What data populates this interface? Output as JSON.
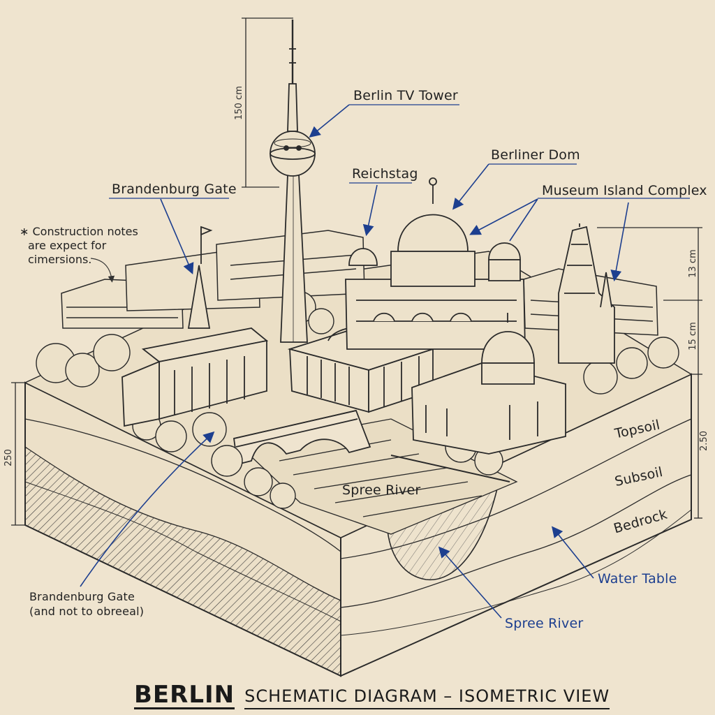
{
  "title": {
    "main": "BERLIN",
    "sub": "SCHEMATIC DIAGRAM – ISOMETRIC VIEW"
  },
  "labels": {
    "tv_tower": "Berlin TV Tower",
    "berliner_dom": "Berliner Dom",
    "reichstag": "Reichstag",
    "brandenburg_gate_top": "Brandenburg Gate",
    "museum_island": "Museum Island Complex",
    "spree_river_surface": "Spree River",
    "spree_river_section": "Spree River",
    "topsoil": "Topsoil",
    "subsoil": "Subsoil",
    "bedrock": "Bedrock",
    "water_table": "Water Table",
    "brandenburg_gate_bottom_line1": "Brandenburg Gate",
    "brandenburg_gate_bottom_line2": "(and not to obreeal)"
  },
  "notes": {
    "line1": "∗ Construction notes",
    "line2": "are expect for",
    "line3": "cimersions."
  },
  "dimensions": {
    "tower_height": "150 cm",
    "right_upper": "13 cm",
    "right_middle": "15 cm",
    "right_lower": "2.50",
    "left": "250"
  },
  "colors": {
    "paper": "#efe4cf",
    "ink": "#2a2a2a",
    "annotation": "#1d3f8f"
  }
}
